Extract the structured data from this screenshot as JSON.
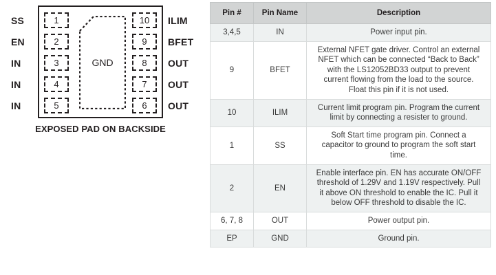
{
  "package_diagram": {
    "caption": "EXPOSED PAD ON BACKSIDE",
    "center_pad_label": "GND",
    "left_pins": [
      {
        "number": "1",
        "name": "SS"
      },
      {
        "number": "2",
        "name": "EN"
      },
      {
        "number": "3",
        "name": "IN"
      },
      {
        "number": "4",
        "name": "IN"
      },
      {
        "number": "5",
        "name": "IN"
      }
    ],
    "right_pins": [
      {
        "number": "10",
        "name": "ILIM"
      },
      {
        "number": "9",
        "name": "BFET"
      },
      {
        "number": "8",
        "name": "OUT"
      },
      {
        "number": "7",
        "name": "OUT"
      },
      {
        "number": "6",
        "name": "OUT"
      }
    ]
  },
  "pin_table": {
    "headers": {
      "pin_number": "Pin #",
      "pin_name": "Pin Name",
      "description": "Description"
    },
    "rows": [
      {
        "pin_number": "3,4,5",
        "pin_name": "IN",
        "description": "Power input pin."
      },
      {
        "pin_number": "9",
        "pin_name": "BFET",
        "description": "External NFET gate driver. Control an external NFET which can be connected “Back to Back” with the LS12052BD33 output to prevent current flowing from the load to the source. Float this pin if it is not used."
      },
      {
        "pin_number": "10",
        "pin_name": "ILIM",
        "description": "Current limit program pin. Program the current limit by connecting a resister to ground."
      },
      {
        "pin_number": "1",
        "pin_name": "SS",
        "description": "Soft Start time program pin. Connect a capacitor to ground to program the soft start time."
      },
      {
        "pin_number": "2",
        "pin_name": "EN",
        "description": "Enable interface pin. EN has accurate ON/OFF threshold of 1.29V and 1.19V respectively. Pull it above ON threshold to enable the IC. Pull it below OFF threshold to disable the IC."
      },
      {
        "pin_number": "6, 7, 8",
        "pin_name": "OUT",
        "description": "Power output pin."
      },
      {
        "pin_number": "EP",
        "pin_name": "GND",
        "description": "Ground pin."
      }
    ]
  },
  "colors": {
    "header_background": "#d2d4d4",
    "shaded_row_background": "#eef1f1",
    "plain_row_background": "#ffffff",
    "grid_line": "#d9dcdc",
    "ink": "#231f20",
    "body_text": "#3a3a3a"
  }
}
